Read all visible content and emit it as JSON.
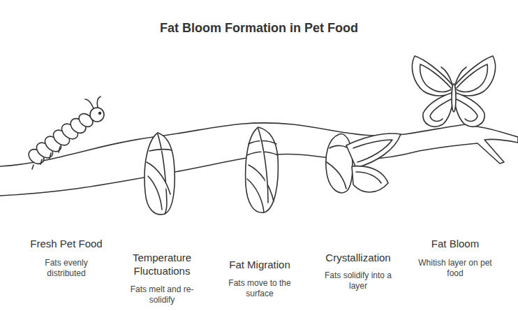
{
  "diagram": {
    "title": "Fat Bloom Formation in Pet Food",
    "labels": [
      "Fresh Pet Food",
      "Fats evenly distributed",
      "Temperature Fluctuations",
      "Fats melt and re-solidify",
      "Fat Migration",
      "Fats move to the surface",
      "Crystallization",
      "Fats solidify into a layer",
      "Fat Bloom",
      "Whitish layer on pet food"
    ]
  }
}
